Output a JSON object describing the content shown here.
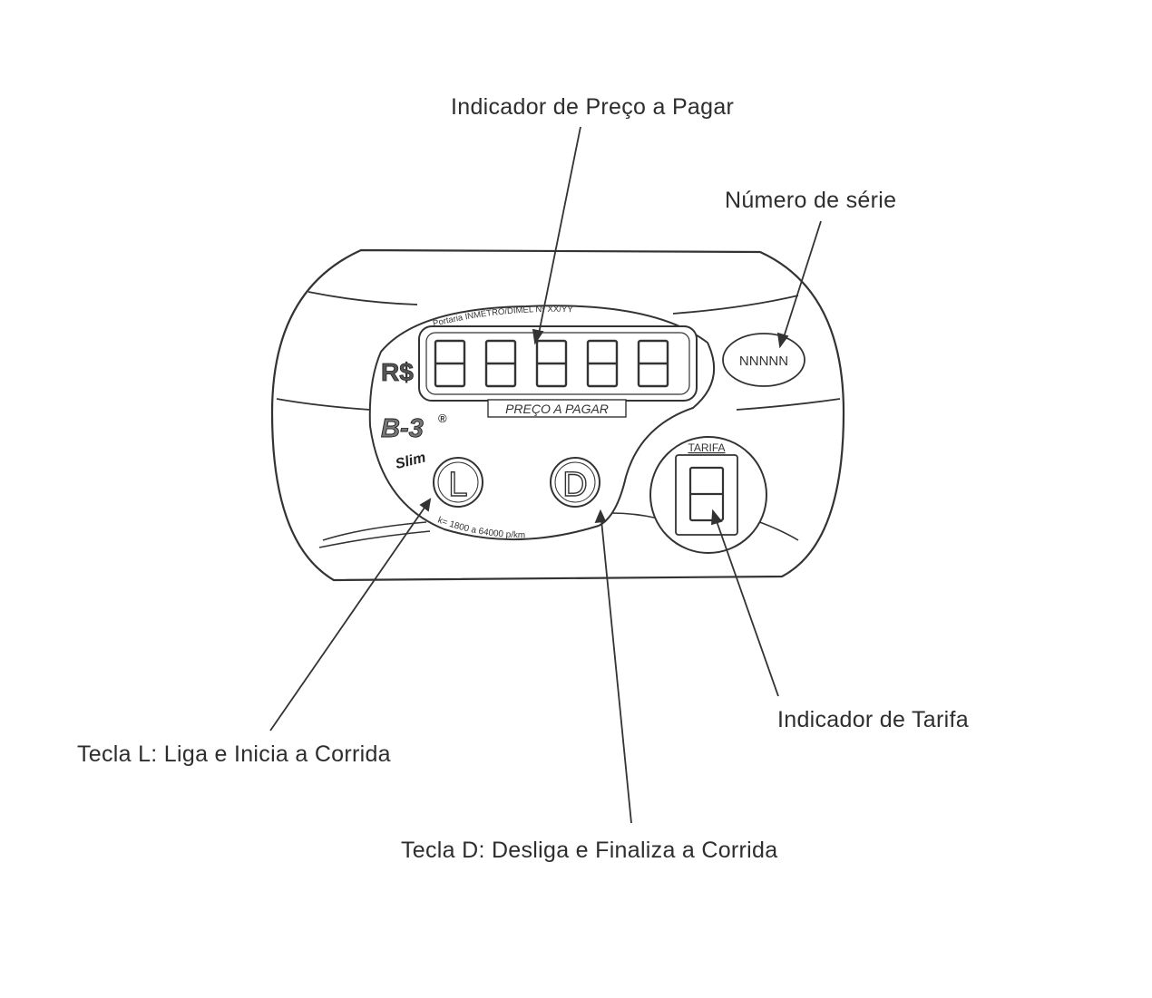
{
  "callouts": {
    "price_indicator": "Indicador de Preço a Pagar",
    "serial_number": "Número de série",
    "tariff_indicator": "Indicador de Tarifa",
    "key_l": "Tecla L: Liga e Inicia a Corrida",
    "key_d": "Tecla D: Desliga e Finaliza a Corrida"
  },
  "device": {
    "portaria_text": "Portaria INMETRO/DIMEL Nº XX/YY",
    "currency": "R$",
    "price_label": "PREÇO A PAGAR",
    "model": "B-3",
    "model_mark": "®",
    "model_sub": "Slim",
    "serial": "NNNNN",
    "key_l_letter": "L",
    "key_d_letter": "D",
    "tarifa_label": "TARIFA",
    "k_constant": "k= 1800 a 64000 p/km"
  },
  "colors": {
    "ink": "#333333"
  }
}
